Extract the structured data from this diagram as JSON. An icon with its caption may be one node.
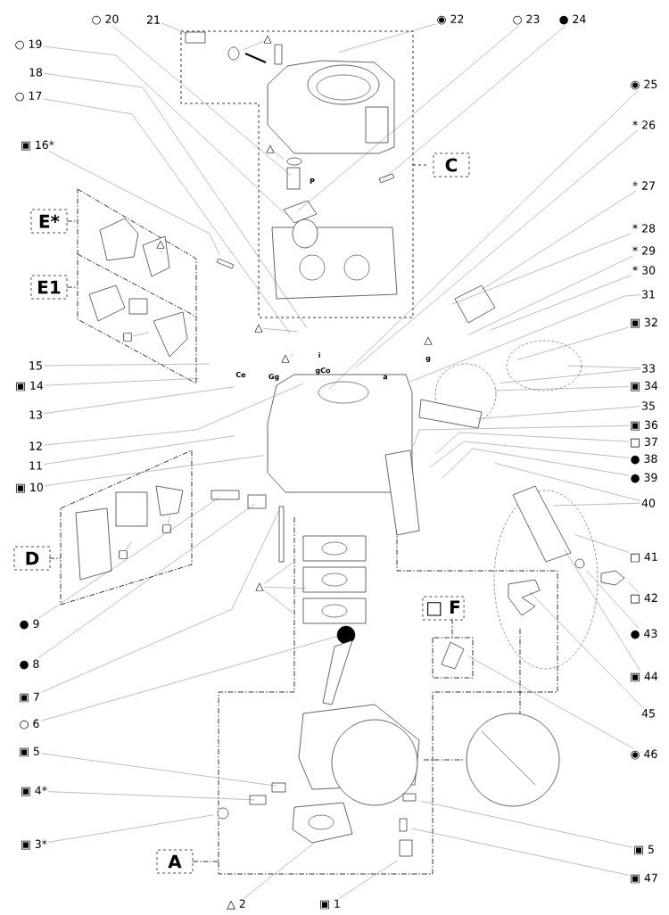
{
  "diagram": {
    "nodes": [
      {
        "text": [
          "○ 20"
        ]
      },
      {
        "text": [
          "21"
        ]
      },
      {
        "text": [
          "◉ 22"
        ]
      },
      {
        "text": [
          "○ 23"
        ]
      },
      {
        "text": [
          "● 24"
        ]
      },
      {
        "text": [
          "○ 19"
        ]
      },
      {
        "text": [
          "18"
        ]
      },
      {
        "text": [
          "○ 17"
        ]
      },
      {
        "text": [
          "▣ 16*"
        ]
      },
      {
        "text": [
          "◉ 25"
        ]
      },
      {
        "text": [
          "* 26"
        ]
      },
      {
        "text": [
          "* 27"
        ]
      },
      {
        "text": [
          "* 28"
        ]
      },
      {
        "text": [
          "* 29"
        ]
      },
      {
        "text": [
          "* 30"
        ]
      },
      {
        "text": [
          "31"
        ]
      },
      {
        "text": [
          "15"
        ]
      },
      {
        "text": [
          "▣ 14"
        ]
      },
      {
        "text": [
          "13"
        ]
      },
      {
        "text": [
          "12"
        ]
      },
      {
        "text": [
          "11"
        ]
      },
      {
        "text": [
          "▣ 10"
        ]
      },
      {
        "text": [
          "▣ 32"
        ]
      },
      {
        "text": [
          "33"
        ]
      },
      {
        "text": [
          "▣ 34"
        ]
      },
      {
        "text": [
          "35"
        ]
      },
      {
        "text": [
          "▣ 36"
        ]
      },
      {
        "text": [
          "□ 37"
        ]
      },
      {
        "text": [
          "● 38"
        ]
      },
      {
        "text": [
          "● 39"
        ]
      },
      {
        "text": [
          "40"
        ]
      },
      {
        "text": [
          "□ 41"
        ]
      },
      {
        "text": [
          "□ 42"
        ]
      },
      {
        "text": [
          "● 43"
        ]
      },
      {
        "text": [
          "● 9"
        ]
      },
      {
        "text": [
          "● 8"
        ]
      },
      {
        "text": [
          "▣ 7"
        ]
      },
      {
        "text": [
          "○ 6"
        ]
      },
      {
        "text": [
          "▣ 5"
        ]
      },
      {
        "text": [
          "▣ 4*"
        ]
      },
      {
        "text": [
          "▣ 3*"
        ]
      },
      {
        "text": [
          "▣ 44"
        ]
      },
      {
        "text": [
          "45"
        ]
      },
      {
        "text": [
          "◉ 46"
        ]
      },
      {
        "text": [
          "▣ 5"
        ]
      },
      {
        "text": [
          "▣ 47"
        ]
      },
      {
        "text": [
          "△ 2"
        ]
      },
      {
        "text": [
          "▣ 1"
        ]
      },
      {
        "text": [
          "△"
        ]
      },
      {
        "text": [
          "△"
        ]
      },
      {
        "text": [
          "△"
        ]
      },
      {
        "text": [
          "△"
        ]
      },
      {
        "text": [
          "△"
        ]
      },
      {
        "text": [
          "△"
        ]
      },
      {
        "text": [
          "□"
        ]
      },
      {
        "text": [
          "□"
        ]
      },
      {
        "text": [
          "□"
        ]
      },
      {
        "text": [
          "△"
        ]
      },
      {
        "text": [
          "C"
        ]
      },
      {
        "text": [
          "E*"
        ]
      },
      {
        "text": [
          "E1"
        ]
      },
      {
        "text": [
          "D"
        ]
      },
      {
        "text": [
          "□ F"
        ]
      },
      {
        "text": [
          "A"
        ]
      }
    ],
    "edges": [
      {
        "from": 0,
        "to": null,
        "arrow": "none"
      },
      {
        "from": 1,
        "to": null,
        "arrow": "none"
      },
      {
        "from": 2,
        "to": null,
        "arrow": "none"
      },
      {
        "from": 3,
        "to": null,
        "arrow": "none"
      },
      {
        "from": 4,
        "to": null,
        "arrow": "none"
      },
      {
        "from": 5,
        "to": null,
        "arrow": "none"
      },
      {
        "from": 6,
        "to": null,
        "arrow": "none"
      },
      {
        "from": 7,
        "to": null,
        "arrow": "none"
      },
      {
        "from": 8,
        "to": null,
        "arrow": "none"
      },
      {
        "from": 9,
        "to": null,
        "arrow": "none"
      },
      {
        "from": 10,
        "to": null,
        "arrow": "none"
      },
      {
        "from": 11,
        "to": null,
        "arrow": "none"
      },
      {
        "from": 12,
        "to": null,
        "arrow": "none"
      },
      {
        "from": 13,
        "to": null,
        "arrow": "none"
      },
      {
        "from": 14,
        "to": null,
        "arrow": "none"
      },
      {
        "from": 15,
        "to": null,
        "arrow": "none"
      },
      {
        "from": 16,
        "to": null,
        "arrow": "none"
      },
      {
        "from": 17,
        "to": null,
        "arrow": "none"
      },
      {
        "from": 18,
        "to": null,
        "arrow": "none"
      },
      {
        "from": 19,
        "to": null,
        "arrow": "none"
      },
      {
        "from": 20,
        "to": null,
        "arrow": "none"
      },
      {
        "from": 21,
        "to": null,
        "arrow": "none"
      },
      {
        "from": 22,
        "to": null,
        "arrow": "none"
      },
      {
        "from": 23,
        "to": null,
        "arrow": "none"
      },
      {
        "from": 23,
        "to": null,
        "arrow": "none"
      },
      {
        "from": 24,
        "to": null,
        "arrow": "none"
      },
      {
        "from": 25,
        "to": null,
        "arrow": "none"
      },
      {
        "from": 26,
        "to": null,
        "arrow": "none"
      },
      {
        "from": 27,
        "to": null,
        "arrow": "none"
      },
      {
        "from": 28,
        "to": null,
        "arrow": "none"
      },
      {
        "from": 29,
        "to": null,
        "arrow": "none"
      },
      {
        "from": 30,
        "to": null,
        "arrow": "none"
      },
      {
        "from": 30,
        "to": null,
        "arrow": "none"
      },
      {
        "from": 31,
        "to": null,
        "arrow": "none"
      },
      {
        "from": 32,
        "to": null,
        "arrow": "none"
      },
      {
        "from": 33,
        "to": null,
        "arrow": "none"
      },
      {
        "from": 34,
        "to": null,
        "arrow": "none"
      },
      {
        "from": 35,
        "to": null,
        "arrow": "none"
      },
      {
        "from": 36,
        "to": null,
        "arrow": "none"
      },
      {
        "from": 37,
        "to": null,
        "arrow": "none"
      },
      {
        "from": 38,
        "to": null,
        "arrow": "none"
      },
      {
        "from": 39,
        "to": null,
        "arrow": "none"
      },
      {
        "from": 40,
        "to": null,
        "arrow": "none"
      },
      {
        "from": 41,
        "to": null,
        "arrow": "none"
      },
      {
        "from": 42,
        "to": null,
        "arrow": "none"
      },
      {
        "from": 43,
        "to": null,
        "arrow": "none"
      },
      {
        "from": 44,
        "to": null,
        "arrow": "none"
      },
      {
        "from": 45,
        "to": null,
        "arrow": "none"
      },
      {
        "from": 46,
        "to": null,
        "arrow": "none"
      },
      {
        "from": 47,
        "to": null,
        "arrow": "none"
      },
      {
        "from": 48,
        "to": null,
        "arrow": "none"
      },
      {
        "from": 49,
        "to": null,
        "arrow": "none"
      },
      {
        "from": 50,
        "to": null,
        "arrow": "none"
      },
      {
        "from": 51,
        "to": null,
        "arrow": "none"
      },
      {
        "from": 53,
        "to": null,
        "arrow": "none"
      },
      {
        "from": 54,
        "to": null,
        "arrow": "none"
      },
      {
        "from": 55,
        "to": null,
        "arrow": "none"
      },
      {
        "from": 56,
        "to": null,
        "arrow": "none"
      },
      {
        "from": 57,
        "to": null,
        "arrow": "none"
      },
      {
        "from": 57,
        "to": null,
        "arrow": "none"
      },
      {
        "from": 57,
        "to": null,
        "arrow": "none"
      }
    ],
    "labels": [
      "P",
      "i",
      "Ce",
      "Gg",
      "gCo",
      "a",
      "g"
    ]
  }
}
